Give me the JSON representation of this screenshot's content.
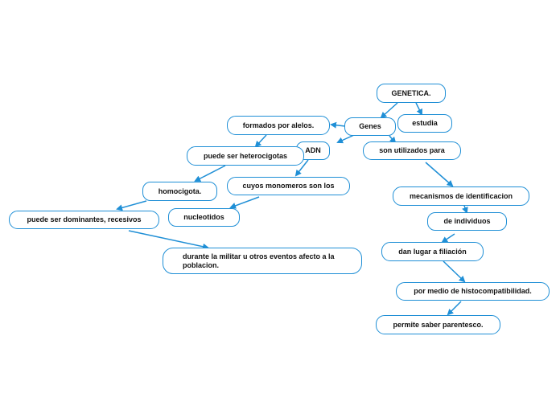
{
  "colors": {
    "stroke": "#1f8fd6",
    "text": "#111111",
    "background": "#ffffff"
  },
  "nodes": {
    "genetica": "GENETICA.",
    "estudia": "estudia",
    "genes": "Genes",
    "formados_por_alelos": "formados por alelos.",
    "adn": "ADN",
    "son_utilizados_para": "son utilizados para",
    "puede_ser_heterocigotas": "puede ser heterocigotas",
    "cuyos_monomeros": "cuyos monomeros son los",
    "homocigota": "homocigota.",
    "nucleotidos": "nucleotidos",
    "puede_ser_dominantes": "puede ser  dominantes, recesivos",
    "durante_la_militar": "durante la militar u otros eventos  afecto a la poblacion.",
    "mecanismos": "mecanismos de identificacion",
    "de_individuos": "de individuos",
    "dan_lugar": "dan lugar a filiación",
    "por_medio": "por medio de histocompatibilidad.",
    "permite_saber": "permite saber parentesco."
  }
}
